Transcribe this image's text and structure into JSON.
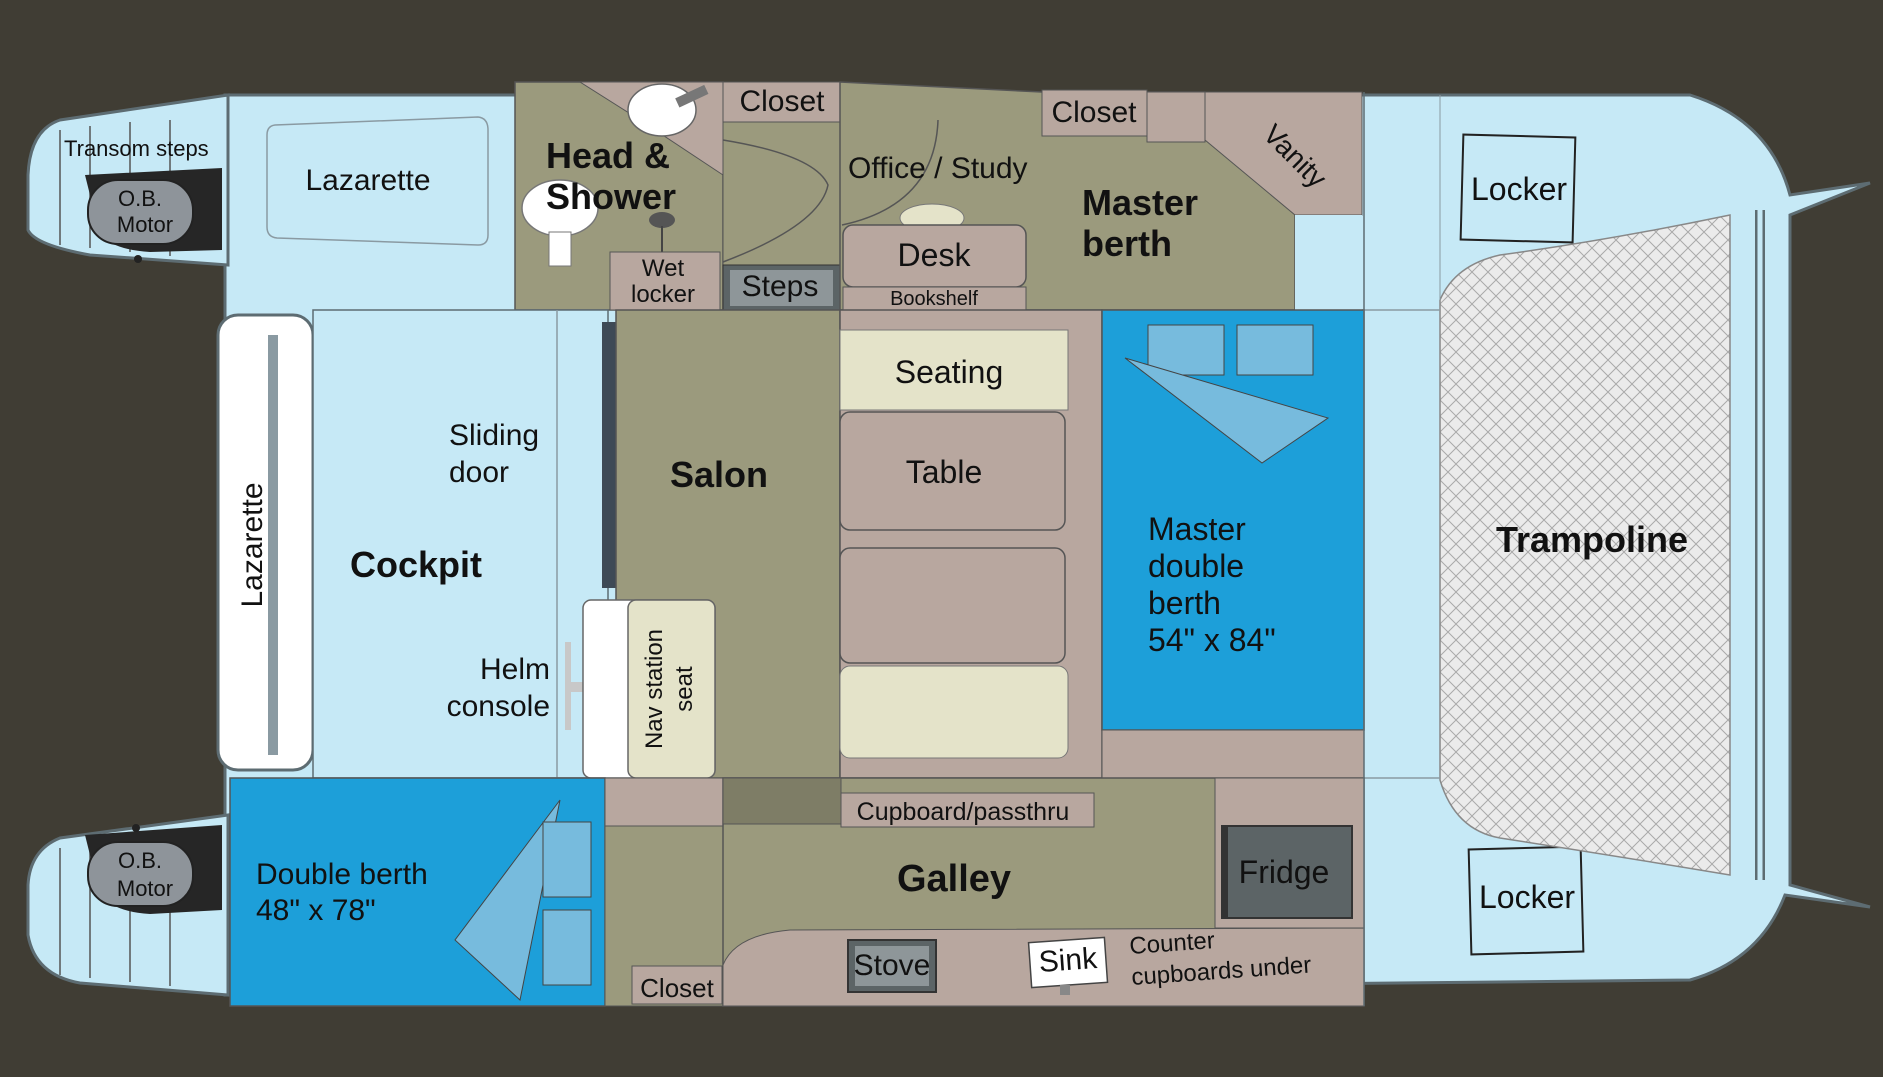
{
  "colors": {
    "background": "#403d34",
    "hull": "#c6e9f6",
    "olive": "#9b9a7d",
    "tan": "#b8a79f",
    "cream": "#e4e3c9",
    "blue_berth": "#1d9fd9",
    "light_blue_pillow": "#77bbdd",
    "dark_grey": "#5c6466",
    "trampoline": "#ebebeb"
  },
  "labels": {
    "transom_steps": "Transom steps",
    "ob_motor_line1": "O.B.",
    "ob_motor_line2": "Motor",
    "lazarette_top": "Lazarette",
    "head_line1": "Head &",
    "head_line2": "Shower",
    "wet_locker_line1": "Wet",
    "wet_locker_line2": "locker",
    "closet_top": "Closet",
    "steps": "Steps",
    "office_study": "Office / Study",
    "closet_right": "Closet",
    "desk": "Desk",
    "bookshelf": "Bookshelf",
    "master_berth_line1": "Master",
    "master_berth_line2": "berth",
    "vanity": "Vanity",
    "locker_top": "Locker",
    "locker_bottom": "Locker",
    "trampoline": "Trampoline",
    "lazarette_side": "Lazarette",
    "sliding_door_line1": "Sliding",
    "sliding_door_line2": "door",
    "cockpit": "Cockpit",
    "helm_line1": "Helm",
    "helm_line2": "console",
    "nav_line1": "Nav station",
    "nav_line2": "seat",
    "salon": "Salon",
    "seating": "Seating",
    "table": "Table",
    "master_double_line1": "Master",
    "master_double_line2": "double",
    "master_double_line3": "berth",
    "master_double_line4": "54\" x 84\"",
    "cupboard": "Cupboard/passthru",
    "galley": "Galley",
    "fridge": "Fridge",
    "stove": "Stove",
    "sink": "Sink",
    "counter_line1": "Counter",
    "counter_line2": "cupboards under",
    "double_berth_line1": "Double berth",
    "double_berth_line2": "48\" x 78\"",
    "closet_bottom": "Closet"
  }
}
